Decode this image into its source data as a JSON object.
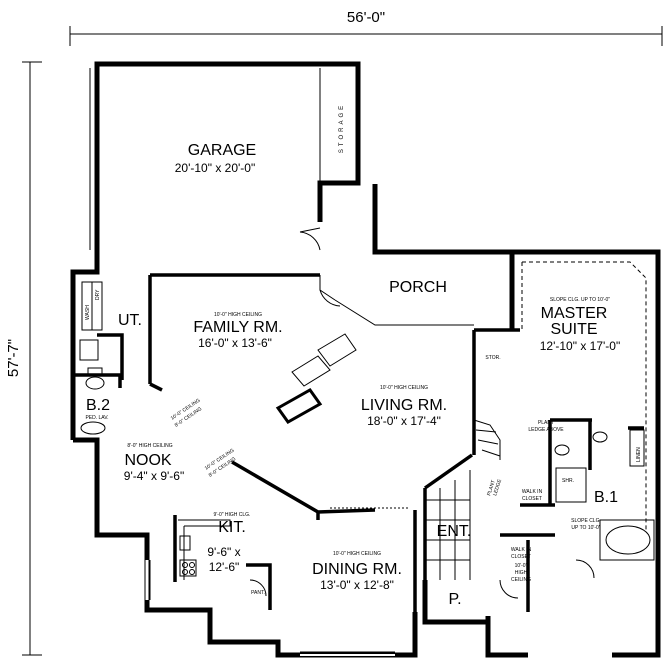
{
  "dimensions": {
    "width": "56'-0\"",
    "depth": "57'-7\""
  },
  "rooms": {
    "garage": {
      "name": "GARAGE",
      "size": "20'-10\" x 20'-0\""
    },
    "storage": {
      "name": "STORAGE"
    },
    "porch": {
      "name": "PORCH"
    },
    "utility": {
      "name": "UT.",
      "wash": "WASH",
      "dry": "DRY"
    },
    "family": {
      "note": "10'-0\" HIGH CEILING",
      "name": "FAMILY RM.",
      "size": "16'-0\" x 13'-6\""
    },
    "living": {
      "note": "10'-0\" HIGH CEILING",
      "name": "LIVING RM.",
      "size": "18'-0\" x 17'-4\""
    },
    "master": {
      "note": "SLOPE CLG. UP TO 10'-0\"",
      "name1": "MASTER",
      "name2": "SUITE",
      "size": "12'-10\" x 17'-0\""
    },
    "bath2": {
      "name": "B.2",
      "lav": "PED. LAV."
    },
    "nook": {
      "note": "8'-0\" HIGH CEILING",
      "name": "NOOK",
      "size": "9'-4\" x 9'-6\""
    },
    "nook_clg": {
      "line1": "10'-0\" CEILING",
      "line2": "8'-0\" CEILING"
    },
    "kit_clg": {
      "line1": "10'-0\" CEILING",
      "line2": "8'-0\" CEILING"
    },
    "kitchen": {
      "note": "9'-0\" HIGH CLG.",
      "name": "KIT.",
      "size1": "9'-6\" x",
      "size2": "12'-6\""
    },
    "pantry": {
      "name": "PANT."
    },
    "dining": {
      "note": "10'-0\" HIGH CEILING",
      "name": "DINING RM.",
      "size": "13'-0\" x 12'-8\""
    },
    "entry": {
      "name": "ENT."
    },
    "porch_small": {
      "name": "P."
    },
    "stor": {
      "name": "STOR."
    },
    "plant_ledge": {
      "line1": "PLANT",
      "line2": "LEDGE"
    },
    "plant_above": {
      "line1": "PLANT",
      "line2": "LEDGE ABOVE"
    },
    "shr": {
      "name": "SHR."
    },
    "bath1": {
      "name": "B.1",
      "note1": "SLOPE CLG.",
      "note2": "UP TO 10'-0\""
    },
    "linen": {
      "name": "LINEN"
    },
    "walkin1": {
      "line1": "WALK IN",
      "line2": "CLOSET"
    },
    "walkin2": {
      "line1": "WALK IN",
      "line2": "CLOSET",
      "line3": "10'-0\"",
      "line4": "HIGH",
      "line5": "CEILING"
    }
  }
}
